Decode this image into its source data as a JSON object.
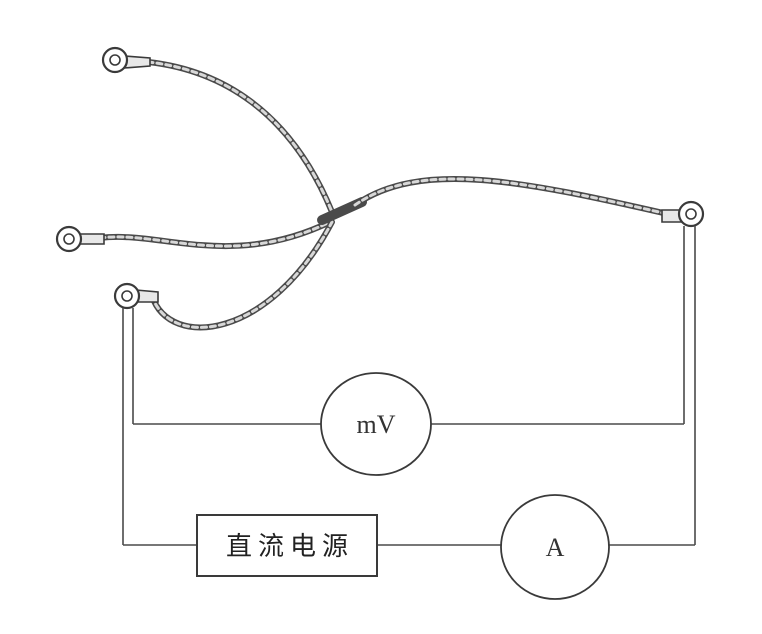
{
  "diagram": {
    "voltmeter_label": "mV",
    "ammeter_label": "A",
    "power_supply_label": "直流电源"
  },
  "colors": {
    "line": "#4a4a4a",
    "background": "#ffffff"
  }
}
